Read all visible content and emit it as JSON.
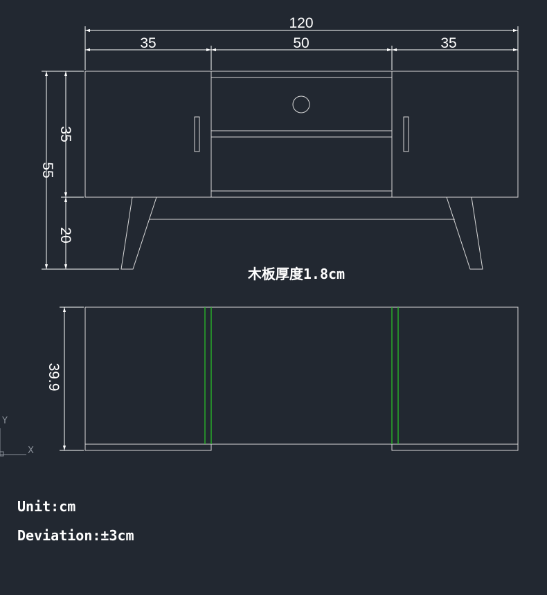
{
  "colors": {
    "background": "#222831",
    "line": "#d9d9d9",
    "dimension": "#ffffff",
    "accent_green": "#28c028",
    "text": "#ffffff"
  },
  "front_view": {
    "overall_width": "120",
    "left_section": "35",
    "middle_section": "50",
    "right_section": "35",
    "total_height": "55",
    "cabinet_height": "35",
    "leg_height": "20"
  },
  "top_view": {
    "depth": "39.9"
  },
  "notes": {
    "board_thickness": "木板厚度1.8cm",
    "unit": "Unit:cm",
    "deviation": "Deviation:±3cm"
  },
  "ucs": {
    "x_label": "X",
    "y_label": "Y"
  }
}
